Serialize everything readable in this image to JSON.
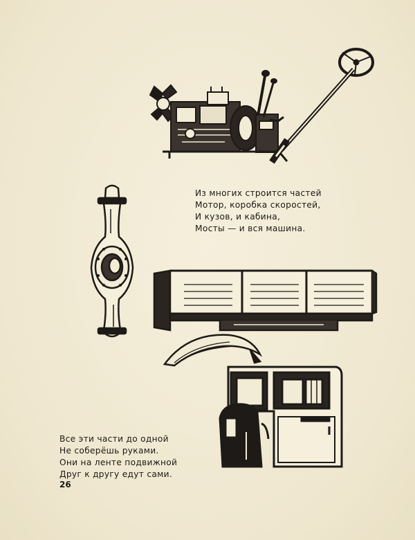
{
  "verse_top": [
    "Из многих строится частей",
    "Мотор, коробка скоростей,",
    "И кузов, и кабина,",
    "Мосты — и вся машина."
  ],
  "verse_bottom": [
    "Все эти части до одной",
    "Не соберёшь руками.",
    "Они на ленте подвижной",
    "Друг к другу едут сами."
  ],
  "page_number": "26"
}
